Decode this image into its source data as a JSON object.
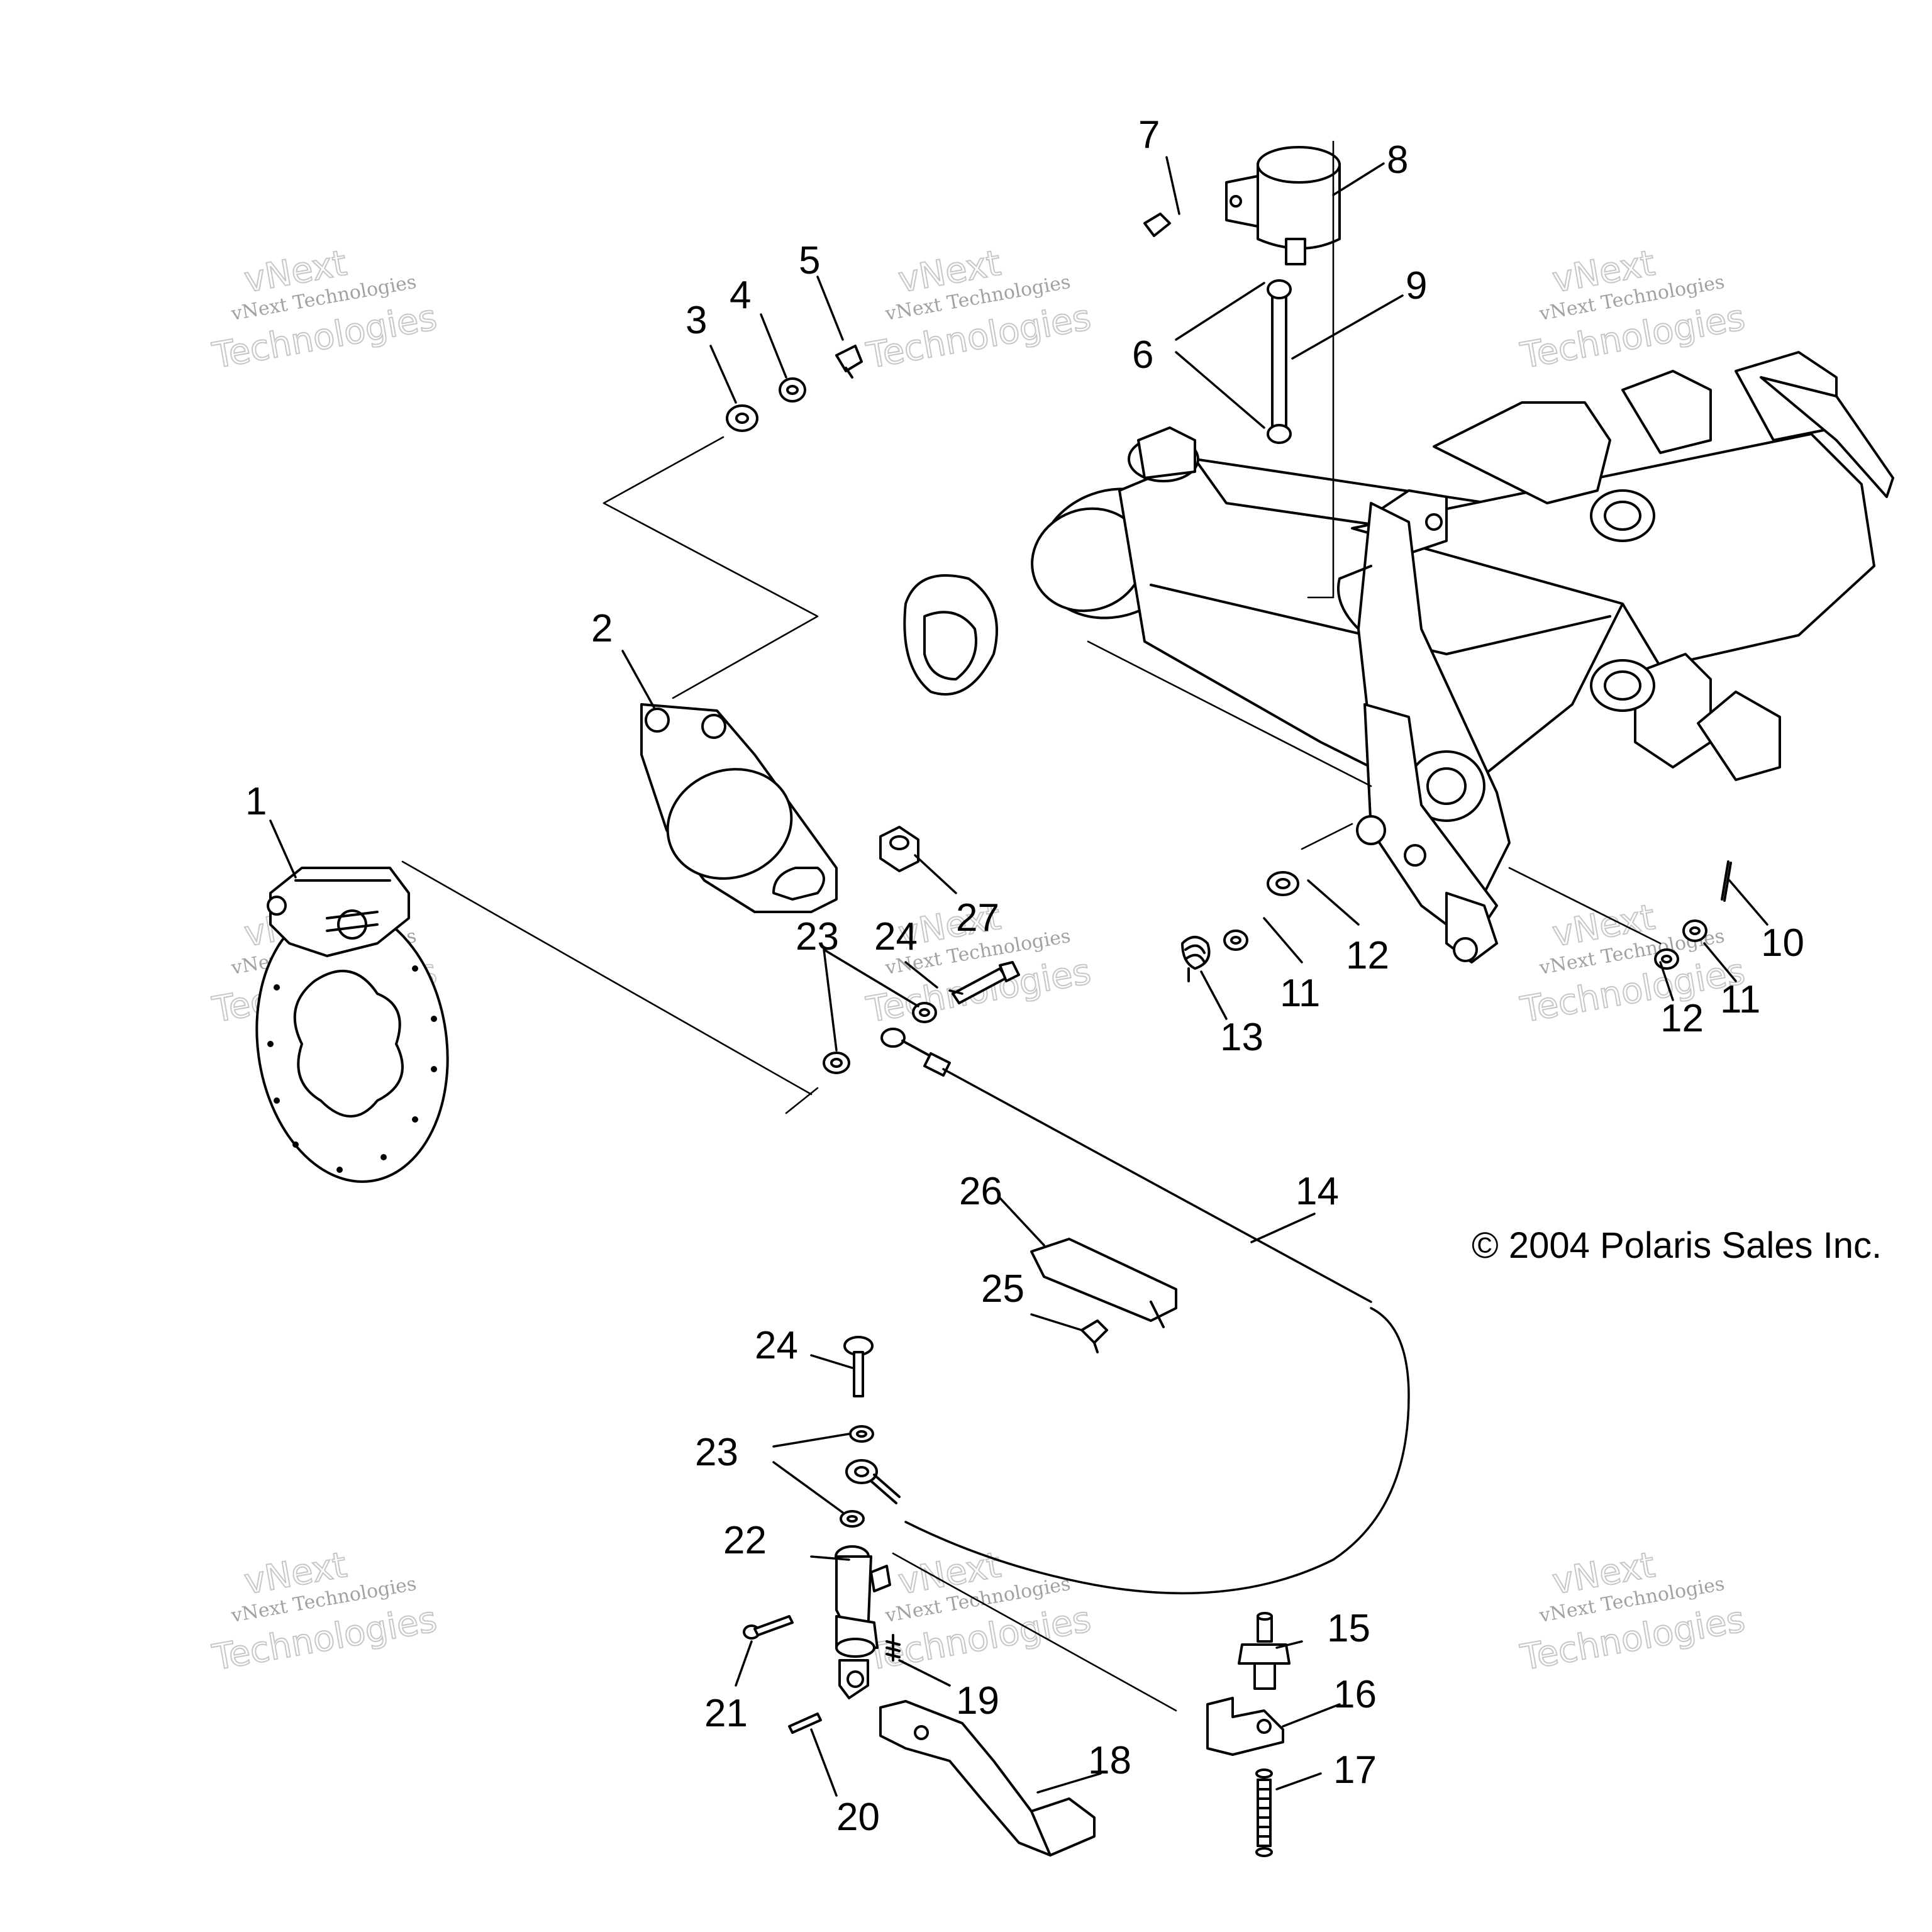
{
  "copyright": "© 2004 Polaris Sales Inc.",
  "watermark": {
    "line1": "vNext Technologies",
    "line2": "vNext",
    "line3": "Technologies"
  },
  "callouts": [
    "1",
    "2",
    "3",
    "4",
    "5",
    "6",
    "7",
    "8",
    "9",
    "10",
    "11",
    "11",
    "12",
    "12",
    "13",
    "14",
    "15",
    "16",
    "17",
    "18",
    "19",
    "20",
    "21",
    "22",
    "23",
    "23",
    "24",
    "24",
    "25",
    "26",
    "27"
  ]
}
